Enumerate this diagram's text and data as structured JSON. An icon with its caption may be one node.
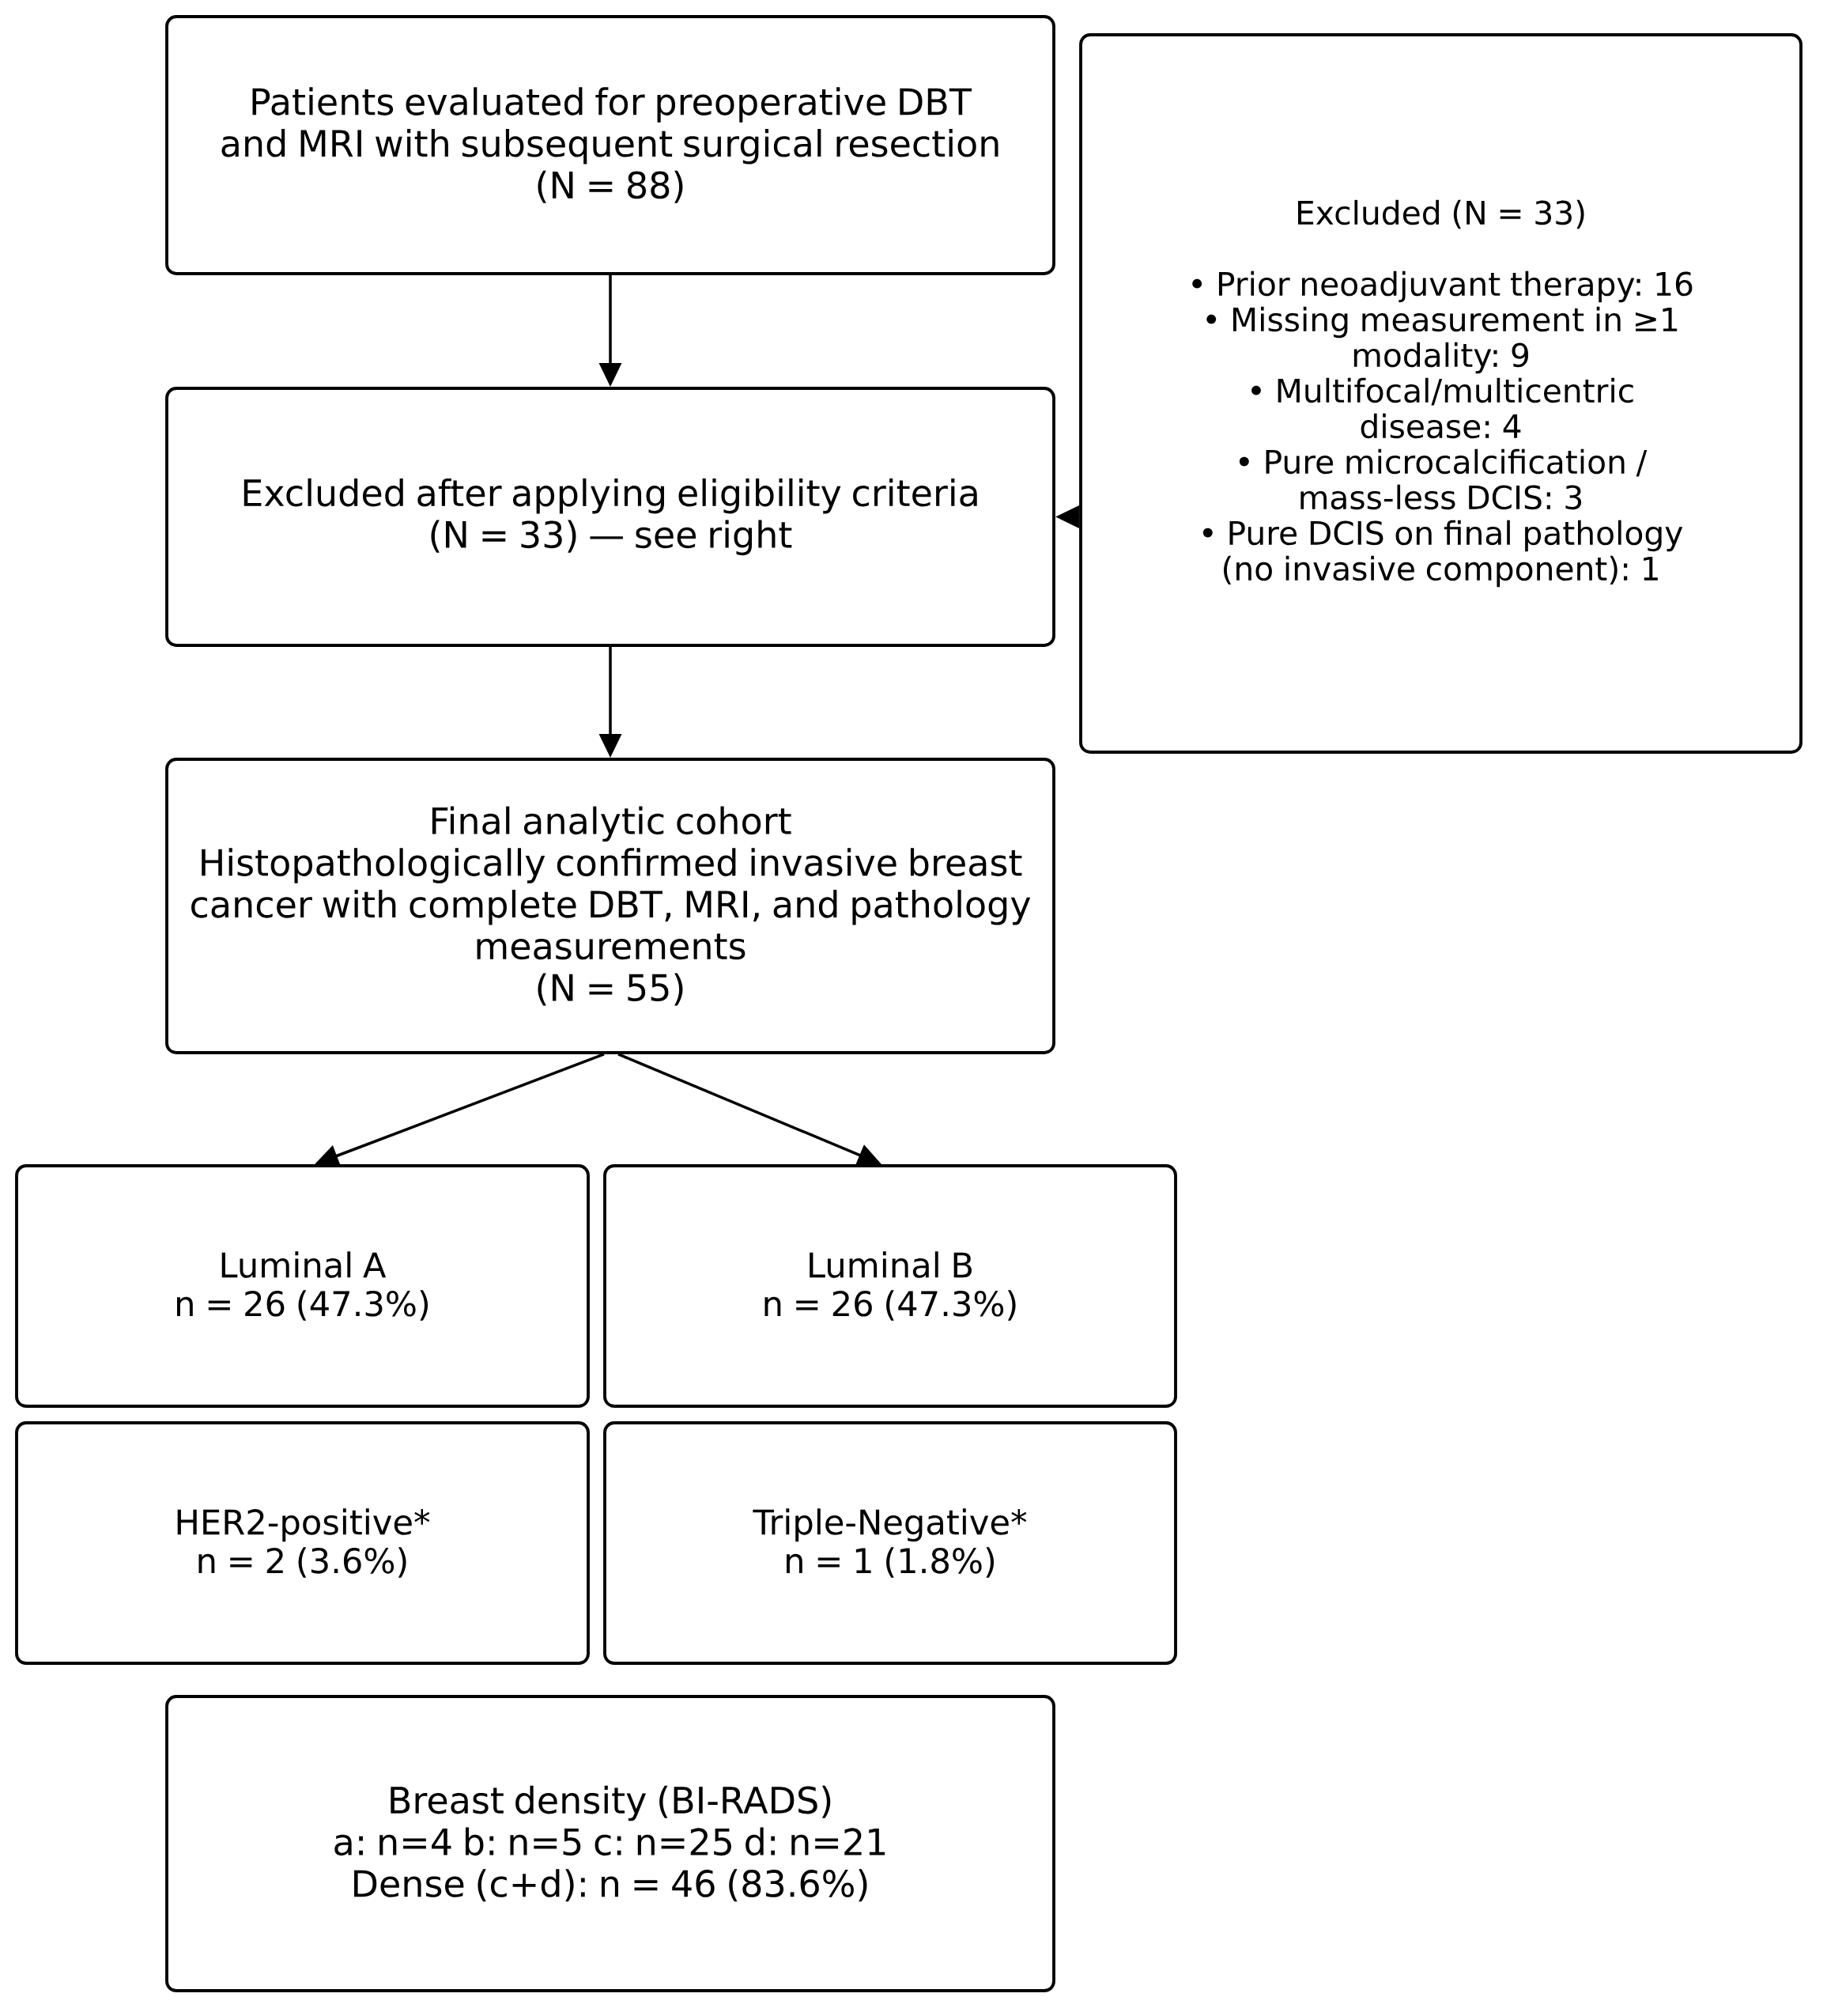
{
  "diagram": {
    "nodes": [
      {
        "text": [
          "Patients evaluated for preoperative DBT and MRI with subsequent surgical resection",
          "(N = 88)"
        ]
      },
      {
        "text": [
          "Excluded after applying eligibility criteria",
          "(N = 33) — see right"
        ]
      },
      {
        "text": [
          "Excluded (N = 33)",
          "• Prior neoadjuvant therapy: 16",
          "• Missing measurement in ≥1 modality: 9",
          "• Multifocal/multicentric disease: 4",
          "• Pure microcalcification / mass-less DCIS: 3",
          "• Pure DCIS on final pathology (no invasive component): 1"
        ]
      },
      {
        "text": [
          "Final analytic cohort",
          "Histopathologically confirmed invasive breast cancer with complete DBT, MRI, and pathology measurements",
          "(N = 55)"
        ]
      },
      {
        "text": [
          "Luminal A",
          "n = 26 (47.3%)"
        ]
      },
      {
        "text": [
          "Luminal B",
          "n = 26 (47.3%)"
        ]
      },
      {
        "text": [
          "HER2-positive*",
          "n = 2 (3.6%)"
        ]
      },
      {
        "text": [
          "Triple-Negative*",
          "n = 1 (1.8%)"
        ]
      },
      {
        "text": [
          "Breast density (BI-RADS)",
          "a: n=4   b: n=5   c: n=25   d: n=21",
          "Dense (c+d): n = 46 (83.6%)"
        ]
      }
    ],
    "edges": [
      {
        "from": 0,
        "to": 1,
        "arrow": "to"
      },
      {
        "from": 1,
        "to": 3,
        "arrow": "to"
      },
      {
        "from": 2,
        "to": 1,
        "arrow": "to"
      },
      {
        "from": 3,
        "to": 4,
        "arrow": "to"
      },
      {
        "from": 3,
        "to": 5,
        "arrow": "to"
      }
    ]
  }
}
